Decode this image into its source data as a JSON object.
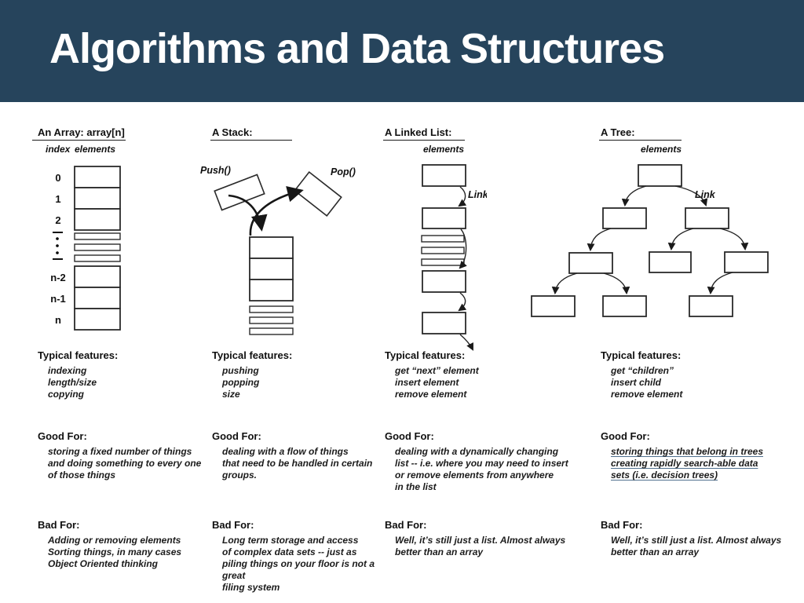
{
  "slide": {
    "title": "Algorithms and Data Structures"
  },
  "colors": {
    "banner_bg": "#26445C",
    "banner_text": "#ffffff",
    "body_text": "#1b1b1b",
    "tree_good_underline": "#50708f"
  },
  "columns": [
    {
      "title": "An Array: array[n]",
      "labels": {
        "index": "index",
        "elements": "elements"
      },
      "indices": {
        "i0": "0",
        "i1": "1",
        "i2": "2",
        "i3": "n-2",
        "i4": "n-1",
        "i5": "n"
      },
      "features": {
        "heading": "Typical features:",
        "items": "indexing\nlength/size\ncopying"
      },
      "good": {
        "heading": "Good For:",
        "text": "storing a fixed number of things\nand doing something to every one\nof those things"
      },
      "bad": {
        "heading": "Bad For:",
        "text": "Adding or removing elements\nSorting things, in many cases\nObject Oriented thinking"
      }
    },
    {
      "title": "A Stack:",
      "labels": {
        "push": "Push()",
        "pop": "Pop()"
      },
      "features": {
        "heading": "Typical features:",
        "items": "pushing\npopping\nsize"
      },
      "good": {
        "heading": "Good For:",
        "text": "dealing with a flow of things\nthat need to be handled in certain\ngroups."
      },
      "bad": {
        "heading": "Bad For:",
        "text": "Long term storage and access\nof complex data sets -- just as\npiling things on your floor is not a great\nfiling system"
      }
    },
    {
      "title": "A Linked List:",
      "labels": {
        "elements": "elements",
        "link": "Link"
      },
      "features": {
        "heading": "Typical features:",
        "items": "get “next” element\ninsert element\nremove element"
      },
      "good": {
        "heading": "Good For:",
        "text": "dealing with a dynamically changing\nlist -- i.e. where you may need to insert\nor remove elements from anywhere\nin the list"
      },
      "bad": {
        "heading": "Bad For:",
        "text": "Well, it’s still just a list.  Almost always\nbetter than an array"
      }
    },
    {
      "title": "A Tree:",
      "labels": {
        "elements": "elements",
        "link": "Link"
      },
      "features": {
        "heading": "Typical features:",
        "items": "get “children”\ninsert child\nremove element"
      },
      "good": {
        "heading": "Good For:",
        "text": "storing things that belong in trees\ncreating rapidly search-able data\nsets (i.e. decision trees)"
      },
      "bad": {
        "heading": "Bad For:",
        "text": "Well, it’s still just a list.  Almost always\nbetter than an array"
      }
    }
  ]
}
